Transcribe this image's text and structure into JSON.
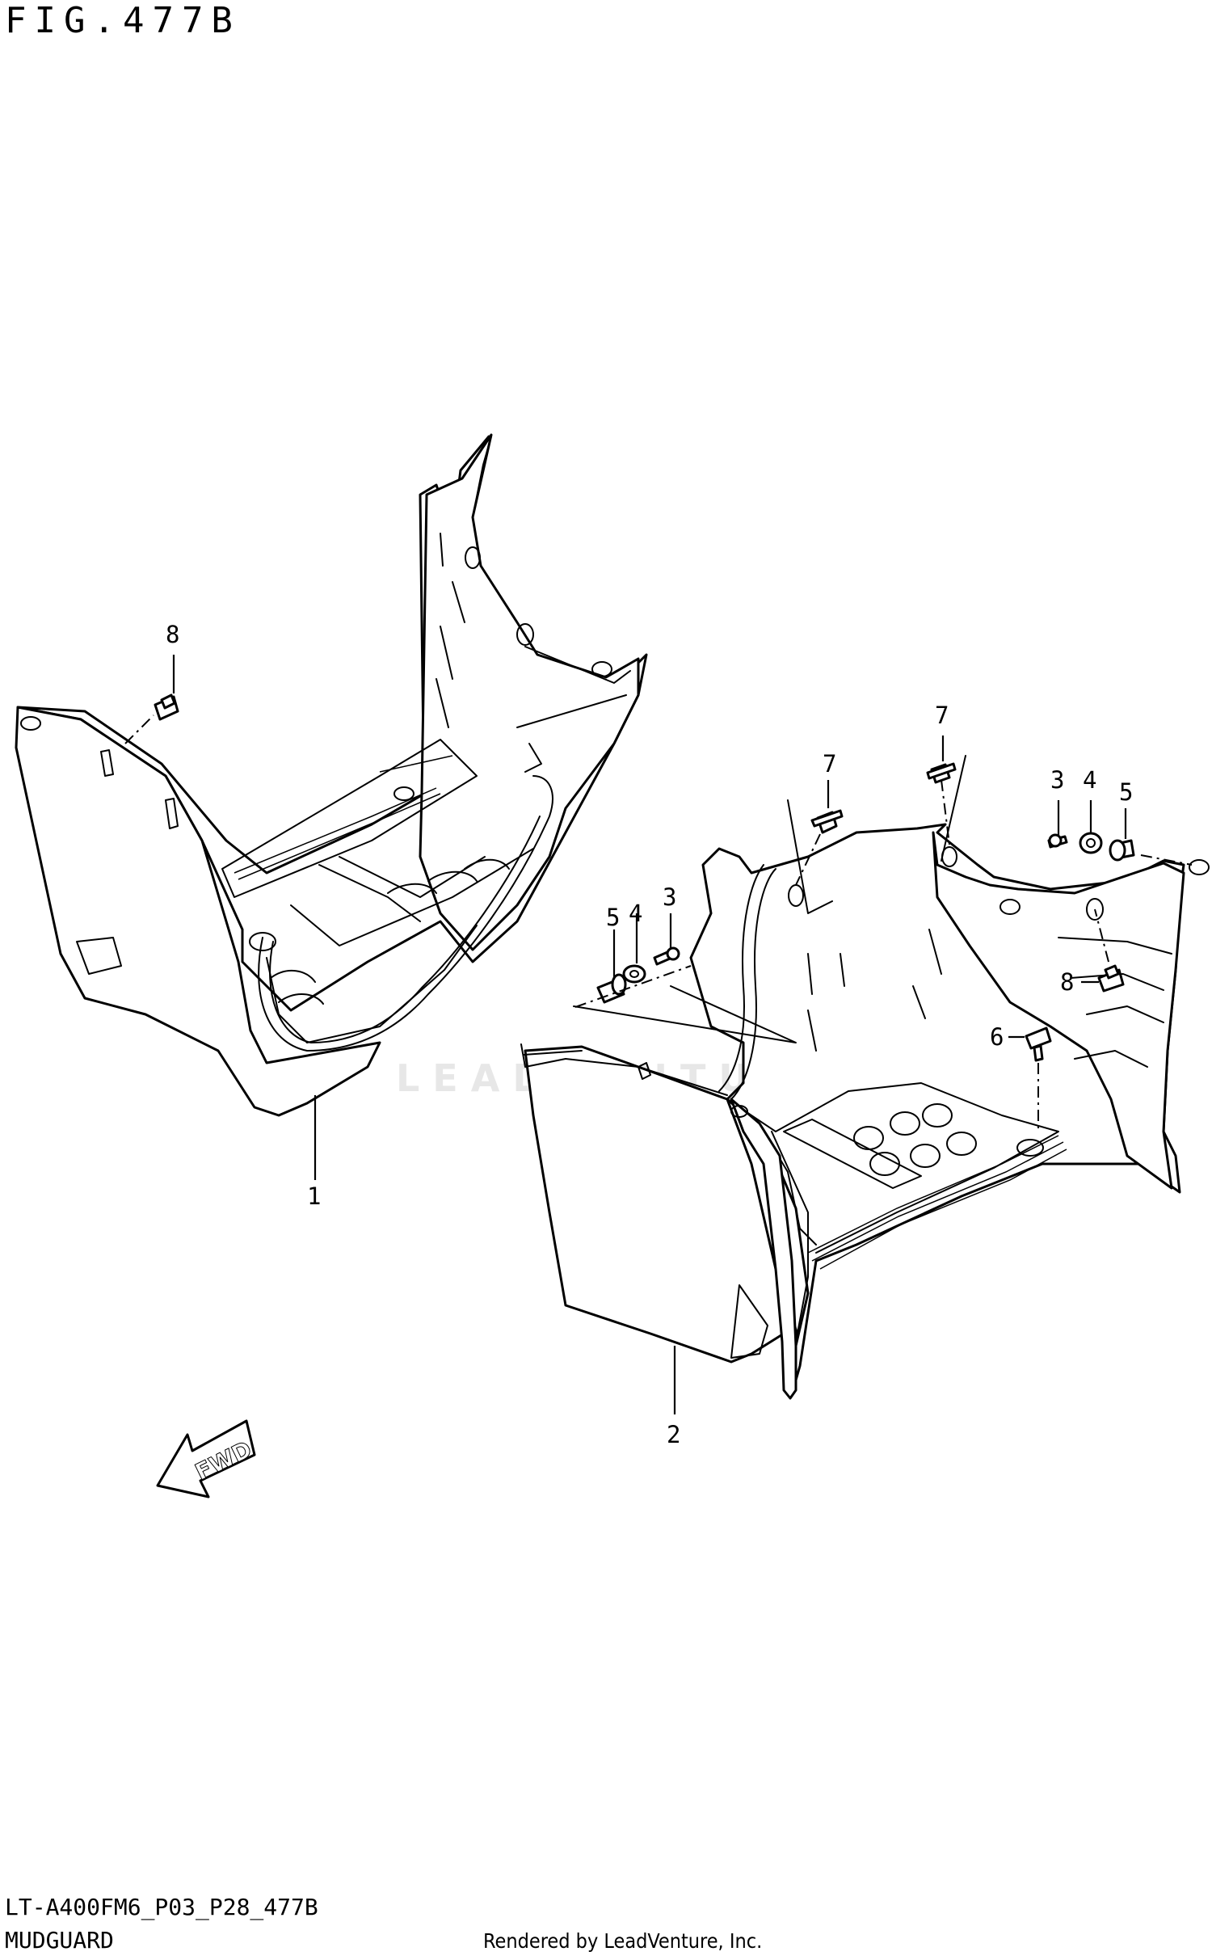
{
  "figure": {
    "title": "FIG.477B"
  },
  "diagram": {
    "watermark": "LEADVENTURE",
    "fwd_label": "FWD",
    "callouts": [
      {
        "id": "c1",
        "label": "1"
      },
      {
        "id": "c2",
        "label": "2"
      },
      {
        "id": "c3a",
        "label": "3"
      },
      {
        "id": "c3b",
        "label": "3"
      },
      {
        "id": "c4a",
        "label": "4"
      },
      {
        "id": "c4b",
        "label": "4"
      },
      {
        "id": "c5a",
        "label": "5"
      },
      {
        "id": "c5b",
        "label": "5"
      },
      {
        "id": "c6",
        "label": "6"
      },
      {
        "id": "c7a",
        "label": "7"
      },
      {
        "id": "c7b",
        "label": "7"
      },
      {
        "id": "c8a",
        "label": "8"
      },
      {
        "id": "c8b",
        "label": "8"
      }
    ]
  },
  "footer": {
    "model_code": "LT-A400FM6_P03_P28_477B",
    "group_name": "MUDGUARD",
    "credit": "Rendered by LeadVenture, Inc."
  }
}
